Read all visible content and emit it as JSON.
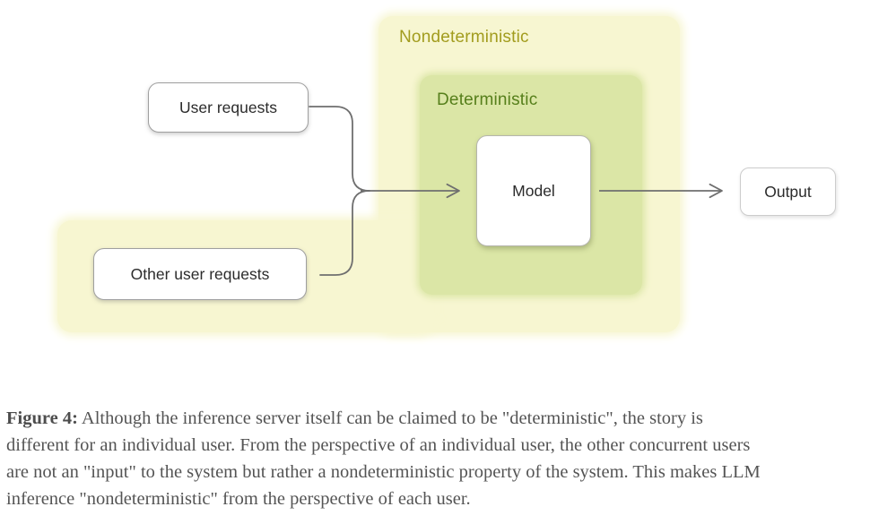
{
  "diagram": {
    "regions": {
      "nondeterministic_label": "Nondeterministic",
      "deterministic_label": "Deterministic"
    },
    "nodes": {
      "user_requests": "User requests",
      "other_user_requests": "Other user requests",
      "model": "Model",
      "output": "Output"
    },
    "colors": {
      "outer_region": "#f7f6d1",
      "inner_region": "#dbe6a6",
      "nondeterministic_text": "#a29c1e",
      "deterministic_text": "#567f1b",
      "connector": "#6f6f6f"
    }
  },
  "caption": {
    "figure_label": "Figure 4:",
    "text_rest": " Although the inference server itself can be claimed to be \"deterministic\", the story is\ndifferent for an individual user. From the perspective of an individual user, the other concurrent users\nare not an \"input\" to the system but rather a nondeterministic property of the system. This makes LLM\ninference \"nondeterministic\" from the perspective of each user."
  }
}
